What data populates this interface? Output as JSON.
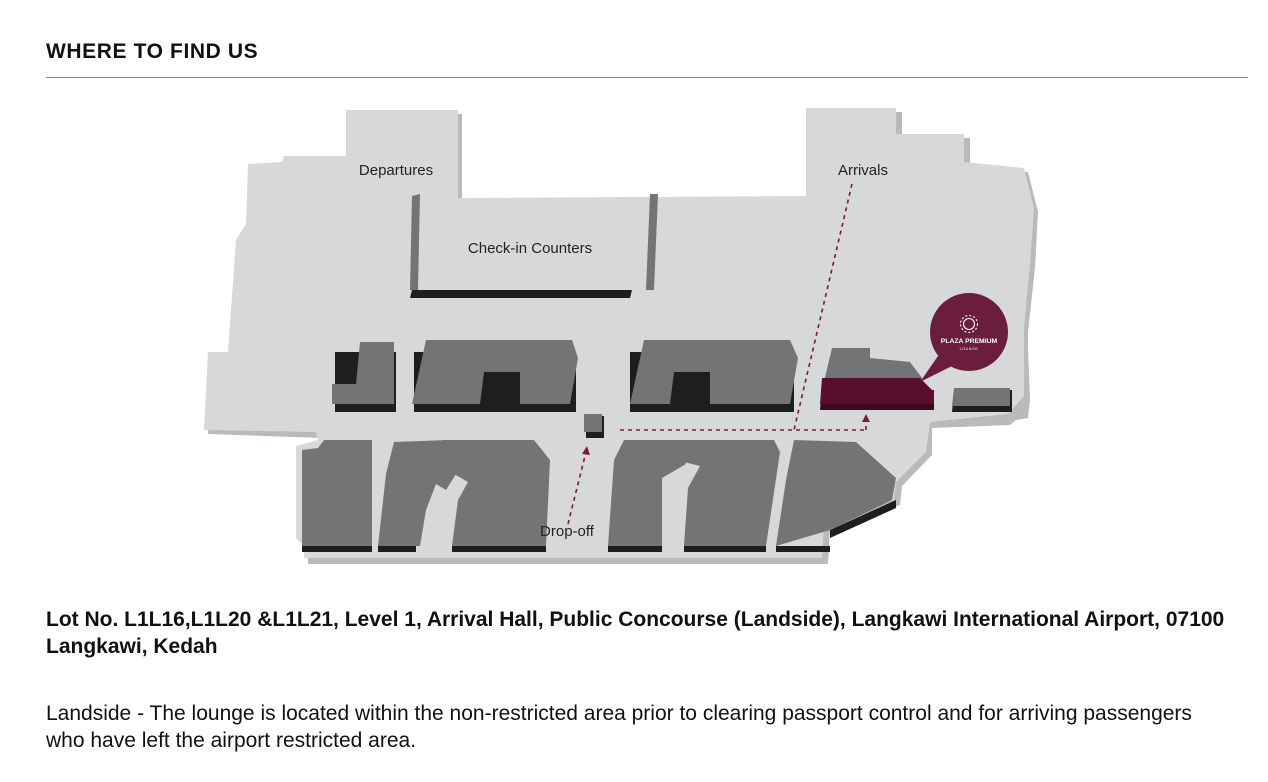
{
  "section": {
    "heading": "WHERE TO FIND US"
  },
  "map": {
    "labels": {
      "departures": "Departures",
      "checkin": "Check-in Counters",
      "arrivals": "Arrivals",
      "dropoff": "Drop-off"
    },
    "lounge_badge": {
      "line1": "PLAZA PREMIUM",
      "line2": "LOUNGE"
    },
    "colors": {
      "floor": "#d7d8d9",
      "floor_edge": "#b9babb",
      "blocks": "#737476",
      "block_shadow": "#1e1e1e",
      "lounge": "#5a0f2e",
      "badge": "#6b1d3e",
      "route": "#7a1a3d"
    }
  },
  "location": {
    "address": "Lot No. L1L16,L1L20 &L1L21, Level 1, Arrival Hall, Public Concourse (Landside), Langkawi International Airport, 07100 Langkawi, Kedah",
    "description": "Landside - The lounge is located within the non-restricted area prior to clearing passport control and for arriving passengers who have left the airport restricted area."
  }
}
